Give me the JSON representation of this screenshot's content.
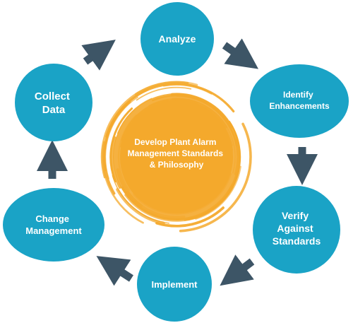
{
  "diagram": {
    "center": {
      "lines": [
        "Develop Plant Alarm",
        "Management Standards",
        "& Philosophy"
      ]
    },
    "steps": [
      {
        "lines": [
          "Analyze"
        ]
      },
      {
        "lines": [
          "Identify",
          "Enhancements"
        ]
      },
      {
        "lines": [
          "Verify",
          "Against",
          "Standards"
        ]
      },
      {
        "lines": [
          "Implement"
        ]
      },
      {
        "lines": [
          "Change",
          "Management"
        ]
      },
      {
        "lines": [
          "Collect",
          "Data"
        ]
      }
    ]
  },
  "colors": {
    "node_fill": "#1aa3c6",
    "arrow": "#3d5566",
    "center_fill": "#f4a92c",
    "label_text": "#ffffff"
  }
}
